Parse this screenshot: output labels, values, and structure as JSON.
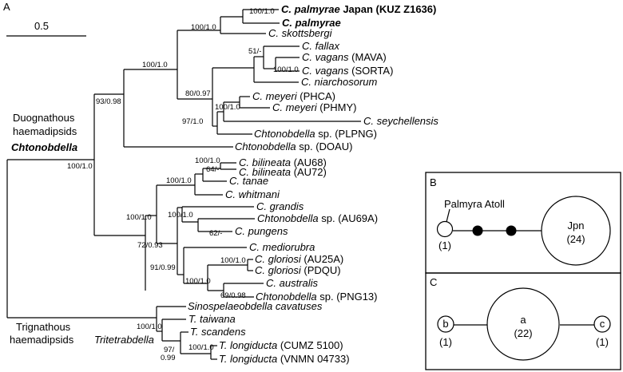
{
  "panel_a": {
    "panel_label": "A",
    "scale_label": "0.5",
    "group_duognathous": "Duognathous",
    "group_duognathous_2": "haemadipsids",
    "genus_chtonobdella": "Chtonobdella",
    "group_trignathous": "Trignathous",
    "group_trignathous_2": "haemadipsids",
    "genus_tritetrabdella": "Tritetrabdella",
    "taxa": [
      {
        "genus": "C. palmyrae",
        "rest": " Japan (KUZ Z1636)"
      },
      {
        "genus": "C. palmyrae",
        "rest": ""
      },
      {
        "genus": "C. skottsbergi",
        "rest": ""
      },
      {
        "genus": "C. fallax",
        "rest": ""
      },
      {
        "genus": "C. vagans",
        "rest": " (MAVA)"
      },
      {
        "genus": "C. vagans",
        "rest": " (SORTA)"
      },
      {
        "genus": "C. niarchosorum",
        "rest": ""
      },
      {
        "genus": "C. meyeri",
        "rest": " (PHCA)"
      },
      {
        "genus": "C. meyeri",
        "rest": " (PHMY)"
      },
      {
        "genus": "C. seychellensis",
        "rest": ""
      },
      {
        "genus": "Chtonobdella",
        "rest": " sp. (PLPNG)"
      },
      {
        "genus": "Chtonobdella",
        "rest": " sp. (DOAU)"
      },
      {
        "genus": "C. bilineata",
        "rest": " (AU68)"
      },
      {
        "genus": "C. bilineata",
        "rest": " (AU72)"
      },
      {
        "genus": "C. tanae",
        "rest": ""
      },
      {
        "genus": "C. whitmani",
        "rest": ""
      },
      {
        "genus": "C. grandis",
        "rest": ""
      },
      {
        "genus": "Chtonobdella",
        "rest": " sp. (AU69A)"
      },
      {
        "genus": "C. pungens",
        "rest": ""
      },
      {
        "genus": "C. mediorubra",
        "rest": ""
      },
      {
        "genus": "C. gloriosi",
        "rest": " (AU25A)"
      },
      {
        "genus": "C. gloriosi",
        "rest": " (PDQU)"
      },
      {
        "genus": "C. australis",
        "rest": ""
      },
      {
        "genus": "Chtonobdella",
        "rest": " sp. (PNG13)"
      },
      {
        "genus": "Sinospelaeobdella cavatuses",
        "rest": ""
      },
      {
        "genus": "T. taiwana",
        "rest": ""
      },
      {
        "genus": "T. scandens",
        "rest": ""
      },
      {
        "genus": "T. longiducta",
        "rest": " (CUMZ 5100)"
      },
      {
        "genus": "T. longiducta",
        "rest": " (VNMN 04733)"
      }
    ],
    "supports": [
      "100/1.0",
      "100/1.0",
      "100/1.0",
      "51/-",
      "100/1.0",
      "80/0.97",
      "100/1.0",
      "97/1.0",
      "93/0.98",
      "100/1.0",
      "100/1.0",
      "64/-",
      "100/1.0",
      "100/1.0",
      "100/1.0",
      "62/-",
      "72/0.93",
      "91/0.99",
      "100/1.0",
      "100/1.0",
      "69/0.98",
      "100/1.0",
      "100/1.0",
      "97/",
      "0.99"
    ]
  },
  "panel_b": {
    "panel_label": "B",
    "site_label": "Palmyra Atoll",
    "left_count": "(1)",
    "right_name": "Jpn",
    "right_count": "(24)"
  },
  "panel_c": {
    "panel_label": "C",
    "center_name": "a",
    "center_count": "(22)",
    "left_name": "b",
    "left_count": "(1)",
    "right_name": "c",
    "right_count": "(1)"
  }
}
